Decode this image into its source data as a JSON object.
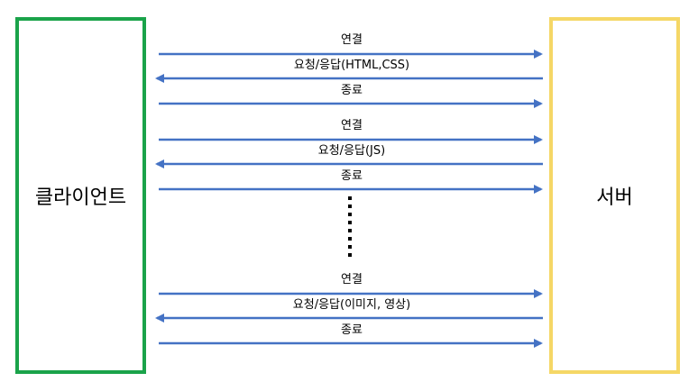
{
  "client": {
    "label": "클라이언트"
  },
  "server": {
    "label": "서버"
  },
  "groups": [
    {
      "connect": "연결",
      "request": "요청/응답(HTML,CSS)",
      "close": "종료"
    },
    {
      "connect": "연결",
      "request": "요청/응답(JS)",
      "close": "종료"
    },
    {
      "connect": "연결",
      "request": "요청/응답(이미지, 영상)",
      "close": "종료"
    }
  ],
  "colors": {
    "client_border": "#1aa34a",
    "server_border": "#f5d766",
    "arrow": "#4472c4"
  }
}
